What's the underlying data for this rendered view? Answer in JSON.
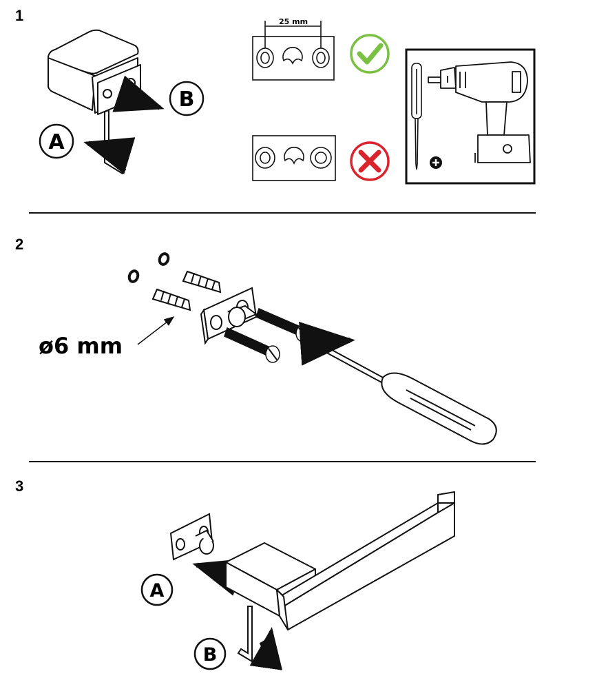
{
  "steps": [
    {
      "number": "1"
    },
    {
      "number": "2"
    },
    {
      "number": "3"
    }
  ],
  "labels": {
    "part_a": "A",
    "part_b": "B",
    "spacing": "25 mm",
    "drill_diameter": "ø6 mm"
  },
  "indicators": {
    "correct": {
      "icon": "check-mark-icon",
      "color": "#7ac143"
    },
    "incorrect": {
      "icon": "cross-mark-icon",
      "color": "#d9232d"
    },
    "plus": {
      "icon": "plus-icon"
    }
  },
  "line_color": "#111111"
}
